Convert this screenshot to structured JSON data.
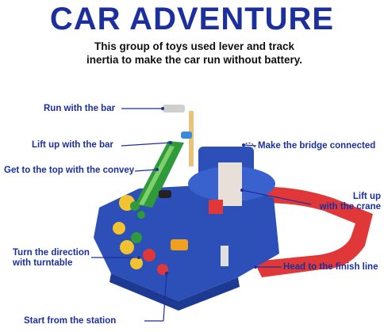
{
  "heading": {
    "title": "CAR ADVENTURE",
    "subtitle_line1": "This group of toys used lever and track",
    "subtitle_line2": "inertia to make the car run without battery."
  },
  "callouts": {
    "run_bar": "Run with the bar",
    "lift_bar": "Lift up with the bar",
    "convey": "Get to the top with the convey",
    "bridge": "Make the bridge connected",
    "crane_line1": "Lift up",
    "crane_line2": "with the crane",
    "turntable_line1": "Turn the direction",
    "turntable_line2": "with turntable",
    "finish": "Head to the finish line",
    "station": "Start from the station"
  },
  "colors": {
    "title": "#1d2f9c",
    "base_blue": "#2c4fb8",
    "track_red": "#e03838",
    "ramp_green": "#2e9a3a",
    "button_yellow": "#f2c230",
    "callout_line": "#1d2f9c"
  }
}
